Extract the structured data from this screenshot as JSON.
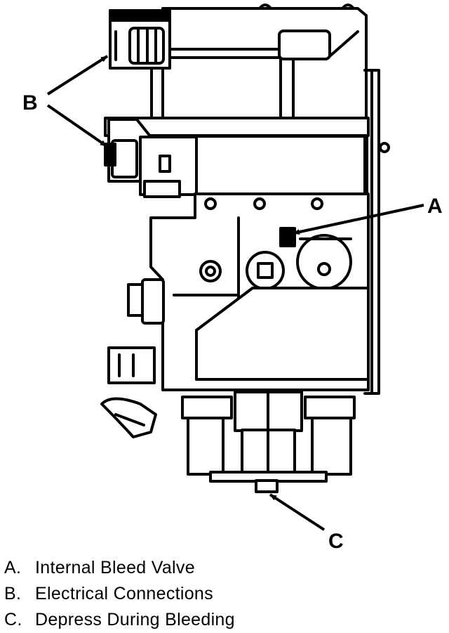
{
  "diagram": {
    "callouts": [
      {
        "id": "a",
        "letter": "A"
      },
      {
        "id": "b",
        "letter": "B"
      },
      {
        "id": "c",
        "letter": "C"
      }
    ],
    "legend": [
      {
        "key": "A.",
        "text": "Internal Bleed Valve"
      },
      {
        "key": "B.",
        "text": "Electrical Connections"
      },
      {
        "key": "C.",
        "text": "Depress During Bleeding"
      }
    ]
  }
}
